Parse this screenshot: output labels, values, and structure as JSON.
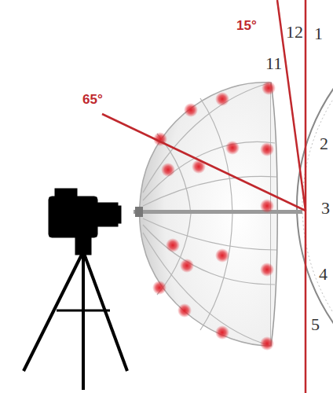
{
  "diagram": {
    "labels": [
      "15°",
      "65°",
      "12",
      "1",
      "11",
      "2",
      "3",
      "4",
      "5"
    ]
  }
}
